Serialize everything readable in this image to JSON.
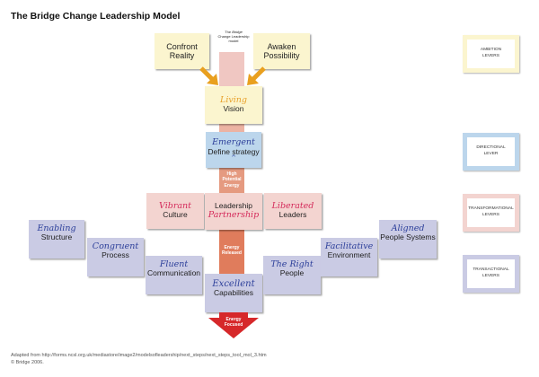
{
  "title": "The Bridge Change Leadership Model",
  "header_note": {
    "prefix": "The",
    "emph": "Bridge",
    "line2": "Change Leadership",
    "line3": "model"
  },
  "ambition": {
    "confront": {
      "line1": "Confront",
      "line2": "Reality"
    },
    "awaken": {
      "line1": "Awaken",
      "line2": "Possibility"
    },
    "vision": {
      "script": "Living",
      "label": "Vision"
    }
  },
  "directional": {
    "script": "Emergent",
    "label": "Define strategy",
    "mark": "^"
  },
  "energy": {
    "high": [
      "High",
      "Potential",
      "Energy"
    ],
    "released": [
      "Energy",
      "Released"
    ],
    "focused": [
      "Energy",
      "Focused"
    ]
  },
  "transformational": {
    "vibrant": {
      "script": "Vibrant",
      "label": "Culture"
    },
    "partnership": {
      "label": "Leadership",
      "script": "Partnership"
    },
    "liberated": {
      "script": "Liberated",
      "label": "Leaders"
    }
  },
  "transactional": {
    "enabling": {
      "script": "Enabling",
      "label": "Structure"
    },
    "congruent": {
      "script": "Congruent",
      "label": "Process"
    },
    "fluent": {
      "script": "Fluent",
      "label": "Communication"
    },
    "excellent": {
      "script": "Excellent",
      "label": "Capabilities"
    },
    "right": {
      "script": "The Right",
      "label": "People"
    },
    "facilitative": {
      "script": "Facilitative",
      "label": "Environment"
    },
    "aligned": {
      "script": "Aligned",
      "label": "People Systems"
    }
  },
  "legend": [
    {
      "line1": "AMBITION",
      "line2": "LEVERS",
      "color": "#fbf5cf"
    },
    {
      "line1": "DIRECTIONAL",
      "line2": "LEVER",
      "color": "#bcd6ec"
    },
    {
      "line1": "TRANSFORMATIONAL",
      "line2": "LEVERS",
      "color": "#f3d4d0"
    },
    {
      "line1": "TRANSACTIONAL",
      "line2": "LEVERS",
      "color": "#cacbe4"
    }
  ],
  "colors": {
    "ambition": "#fbf5cf",
    "directional": "#bcd6ec",
    "transformational": "#f3d4d0",
    "transactional": "#cacbe4",
    "arrow_red": "#d6282a",
    "pillar_orange": "#e07c5c",
    "arrow_gold": "#e9a01f"
  },
  "footer": {
    "line1": "Adapted from http://forms.ncsl.org.uk/mediastore/image2/modelsofleadership/next_steps/next_steps_tool_mol_3.htm",
    "line2": "© Bridge 2006."
  }
}
